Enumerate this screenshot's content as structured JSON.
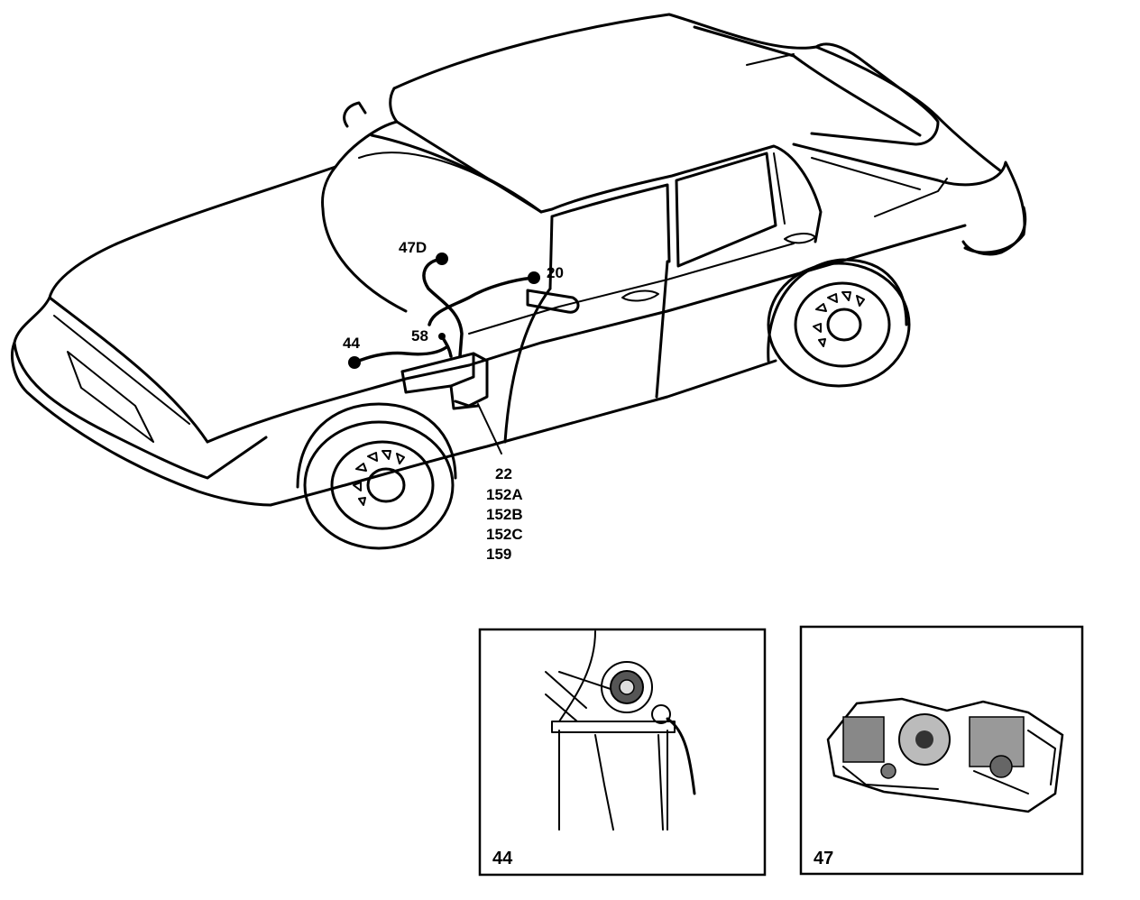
{
  "callouts": {
    "c47d": "47D",
    "c20": "20",
    "c58": "58",
    "c44": "44",
    "harness": [
      "22",
      "152A",
      "152B",
      "152C",
      "159"
    ]
  },
  "insets": {
    "left_number": "44",
    "right_number": "47"
  },
  "icons": {
    "car": "saab-900-sedan-line-drawing",
    "connector": "connector-dot",
    "fuel_pump_photo": "fuel-pump-inset",
    "fusebox_photo": "central-electrical-unit-inset"
  }
}
